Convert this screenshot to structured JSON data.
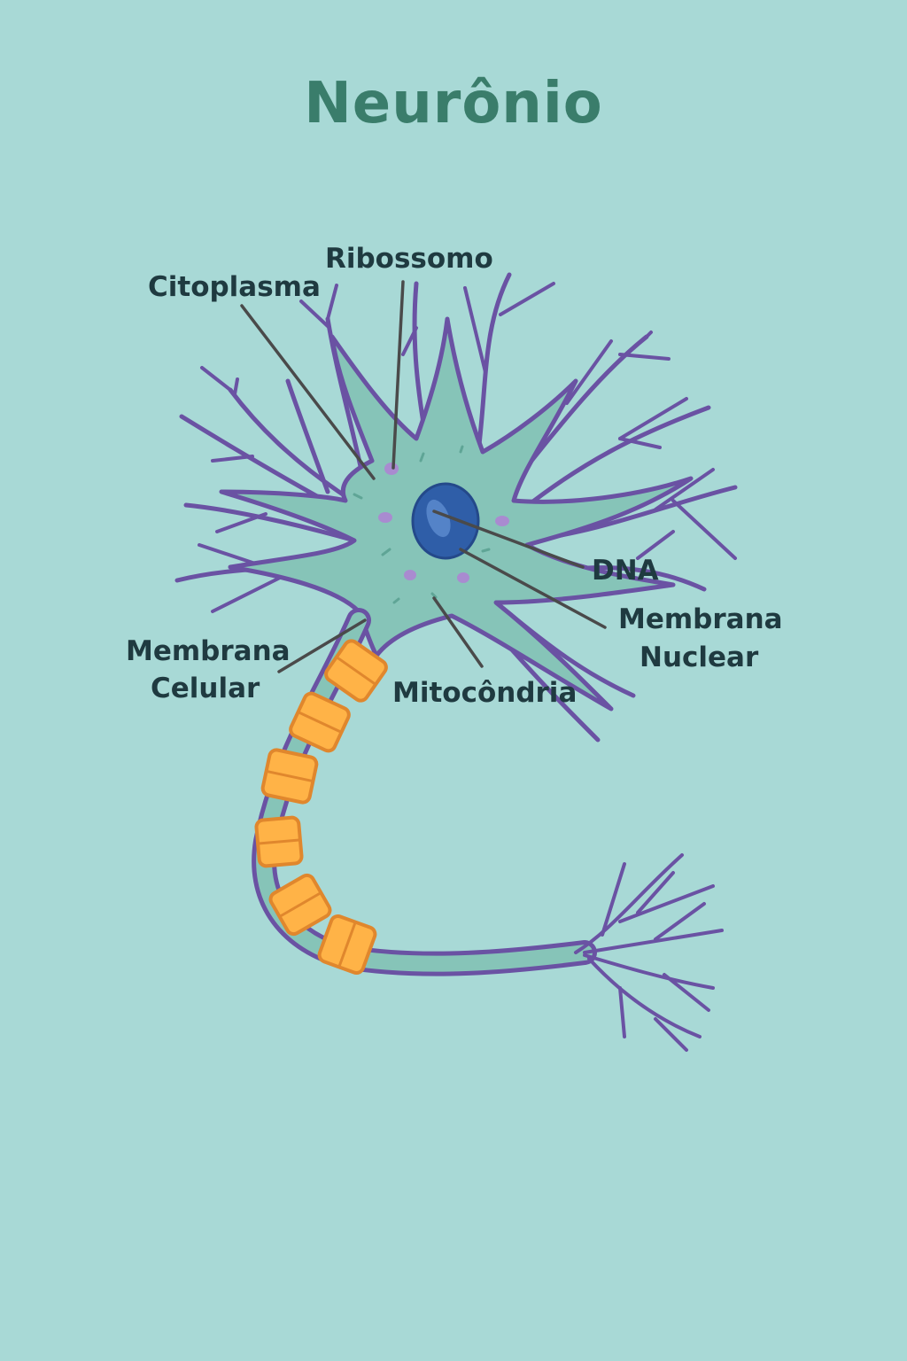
{
  "title": "Neurônio",
  "labels": {
    "citoplasma": "Citoplasma",
    "ribossomo": "Ribossomo",
    "dna": "DNA",
    "membrana_nuclear_1": "Membrana",
    "membrana_nuclear_2": "Nuclear",
    "membrana_celular_1": "Membrana",
    "membrana_celular_2": "Celular",
    "mitocondria": "Mitocôndria"
  },
  "colors": {
    "background": "#a8d9d6",
    "title": "#3a7d6b",
    "cytoplasm": "#86c4b8",
    "membrane": "#6a52a3",
    "nucleus": "#2f5ea8",
    "myelin": "#ffb347",
    "ribosome": "#a98bd0",
    "label": "#1f3a40"
  }
}
